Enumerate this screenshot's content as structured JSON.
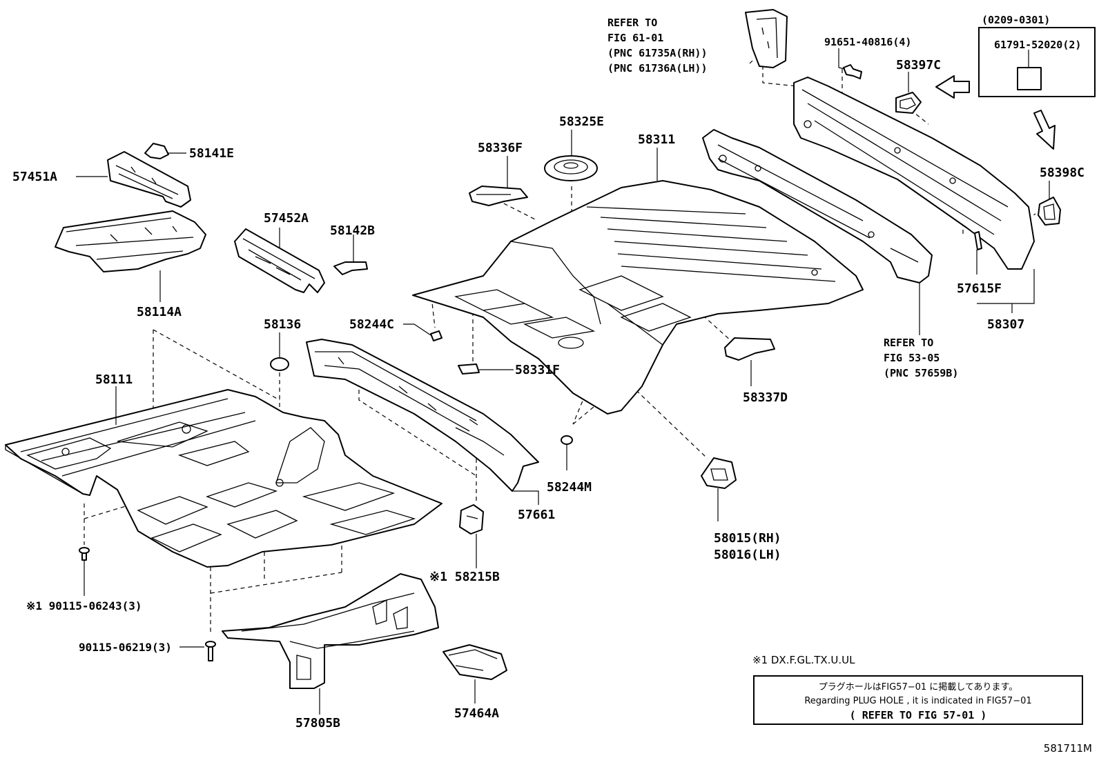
{
  "labels": {
    "p58141E": "58141E",
    "p57451A": "57451A",
    "p58114A": "58114A",
    "p57452A": "57452A",
    "p58142B": "58142B",
    "p58136": "58136",
    "p58111": "58111",
    "p90115_06243": "※1 90115-06243(3)",
    "p90115_06219": "90115-06219(3)",
    "p57805B": "57805B",
    "p57464A": "57464A",
    "p58215B": "※1 58215B",
    "p57661": "57661",
    "p58244C": "58244C",
    "p58331F": "58331F",
    "p58336F": "58336F",
    "p58325E": "58325E",
    "p58311": "58311",
    "p58244M": "58244M",
    "p58337D": "58337D",
    "p58015": "58015(RH)",
    "p58016": "58016(LH)",
    "p91651": "91651-40816(4)",
    "p58397C": "58397C",
    "p61791": "61791-52020(2)",
    "p58398C": "58398C",
    "p57615F": "57615F",
    "p58307": "58307"
  },
  "refs": {
    "fig61": [
      "REFER TO",
      "FIG 61-01",
      "(PNC 61735A(RH))",
      "(PNC 61736A(LH))"
    ],
    "fig53": [
      "REFER TO",
      "FIG 53-05",
      "(PNC 57659B)"
    ],
    "date_range": "(0209-0301)"
  },
  "footnote": "※1 DX.F.GL.TX.U.UL",
  "note": {
    "line_jp": "プラグホールはFIG57−01 に掲載してあります。",
    "line_en": "Regarding  PLUG HOLE , it is  indicated  in  FIG57−01",
    "line_ref": "( REFER TO FIG 57-01 )"
  },
  "figure_code": "581711M"
}
